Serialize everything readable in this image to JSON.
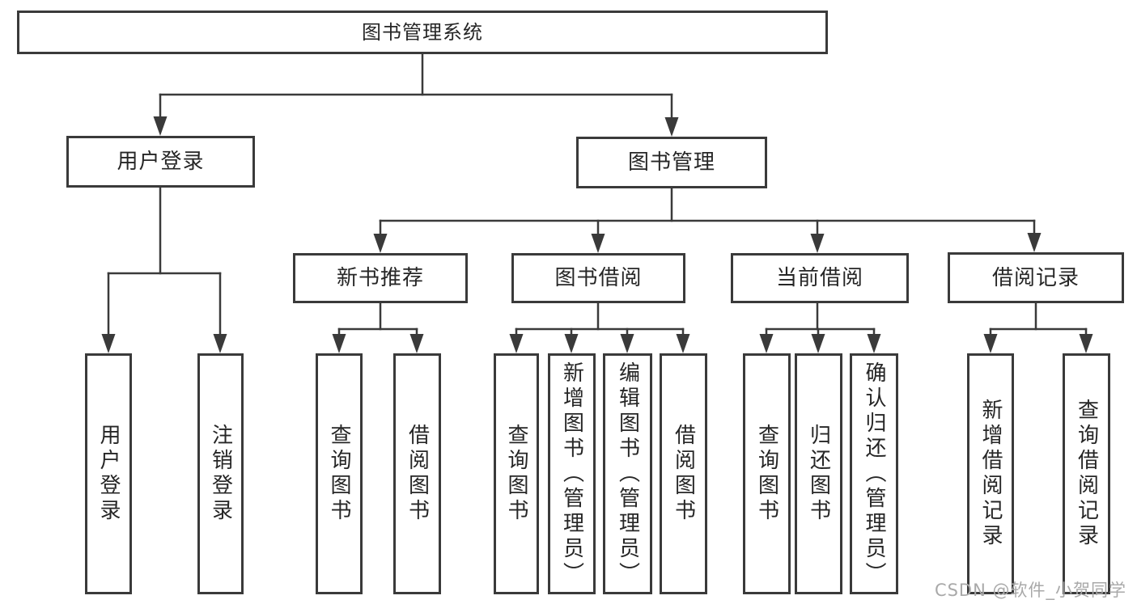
{
  "colors": {
    "line": "#3a3a3a",
    "border": "#3a3a3a",
    "text": "#262626",
    "background": "#ffffff",
    "watermark": "#a9a9a9"
  },
  "diagram": {
    "title": "图书管理系统",
    "level1": {
      "user_login": "用户登录",
      "book_management": "图书管理"
    },
    "level2": {
      "new_book_recommend": "新书推荐",
      "book_borrowing": "图书借阅",
      "current_borrowing": "当前借阅",
      "borrow_records": "借阅记录"
    },
    "leaves": {
      "user_login": [
        "用户登录",
        "注销登录"
      ],
      "new_book_recommend": [
        "查询图书",
        "借阅图书"
      ],
      "book_borrowing": [
        "查询图书",
        "新增图书（管理员）",
        "编辑图书（管理员）",
        "借阅图书"
      ],
      "current_borrowing": [
        "查询图书",
        "归还图书",
        "确认归还（管理员）"
      ],
      "borrow_records": [
        "新增借阅记录",
        "查询借阅记录"
      ]
    }
  },
  "watermark": {
    "text": "CSDN @软件_小贺同学"
  }
}
